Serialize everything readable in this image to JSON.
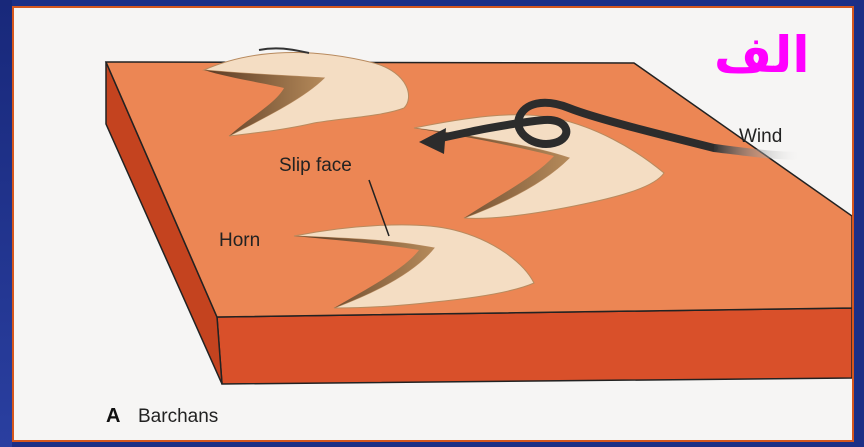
{
  "diagram": {
    "title_arabic": "الف",
    "labels": {
      "wind": "Wind",
      "slip_face": "Slip face",
      "horn": "Horn"
    },
    "caption": {
      "letter": "A",
      "text": "Barchans"
    }
  },
  "colors": {
    "background": "#1c2f86",
    "frame_border": "#d5571e",
    "plate_top": "#ec8654",
    "plate_side": "#d9502a",
    "dune_body": "#f4ddc3",
    "dune_shadow": "#9a6a3a",
    "title": "#ff00ff"
  }
}
